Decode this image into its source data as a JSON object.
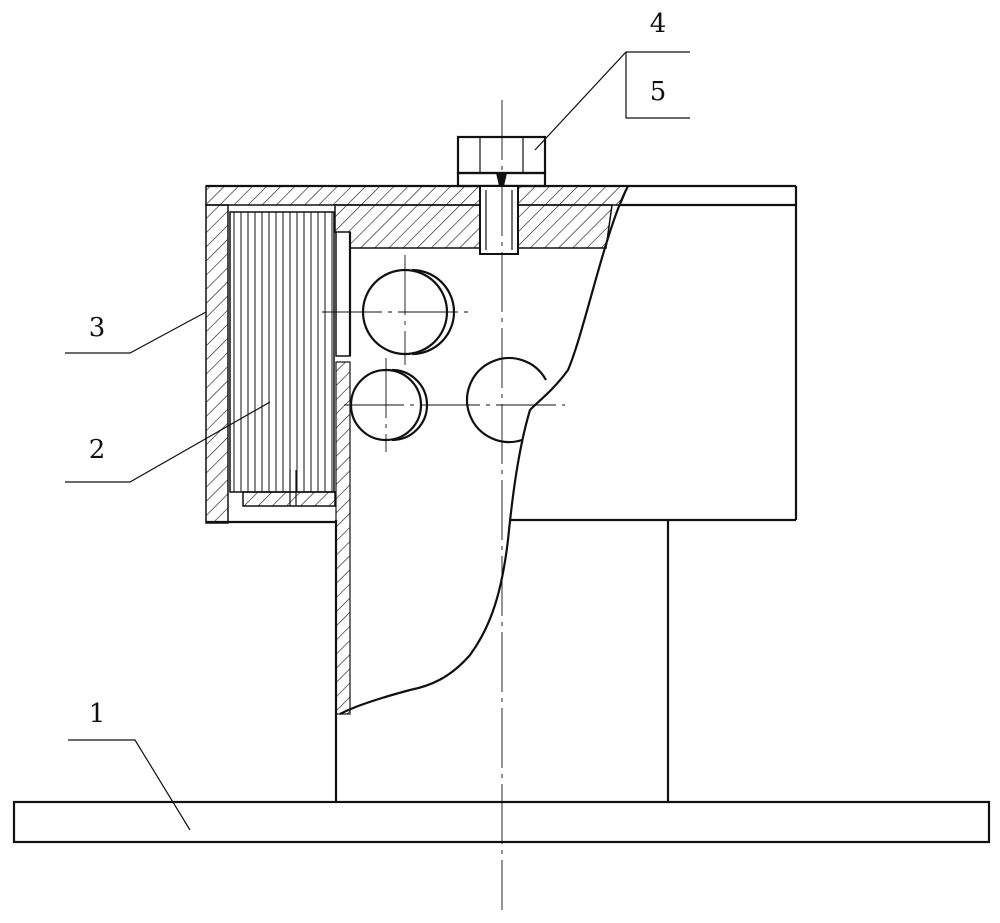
{
  "callouts": [
    {
      "id": "1",
      "text": "1"
    },
    {
      "id": "2",
      "text": "2"
    },
    {
      "id": "3",
      "text": "3"
    },
    {
      "id": "4",
      "text": "4"
    },
    {
      "id": "5",
      "text": "5"
    }
  ],
  "colors": {
    "line": "#111111",
    "background": "#ffffff"
  }
}
